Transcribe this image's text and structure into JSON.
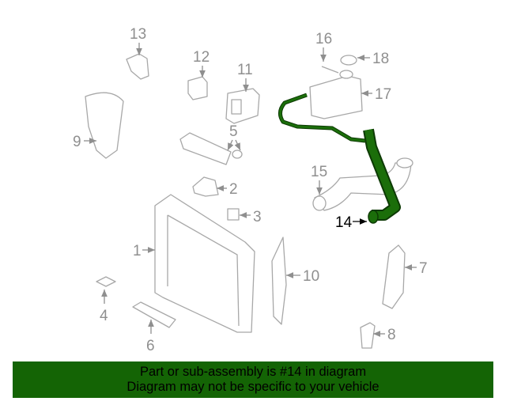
{
  "diagram": {
    "highlighted_part": "14",
    "highlight_color": "#1b6e0a",
    "callouts": [
      "1",
      "2",
      "3",
      "4",
      "5",
      "6",
      "7",
      "8",
      "9",
      "10",
      "11",
      "12",
      "13",
      "14",
      "15",
      "16",
      "17",
      "18"
    ]
  },
  "banner": {
    "background": "#146405",
    "line1": "Part or sub-assembly is #14 in diagram",
    "line2": "Diagram may not be specific to your vehicle"
  }
}
